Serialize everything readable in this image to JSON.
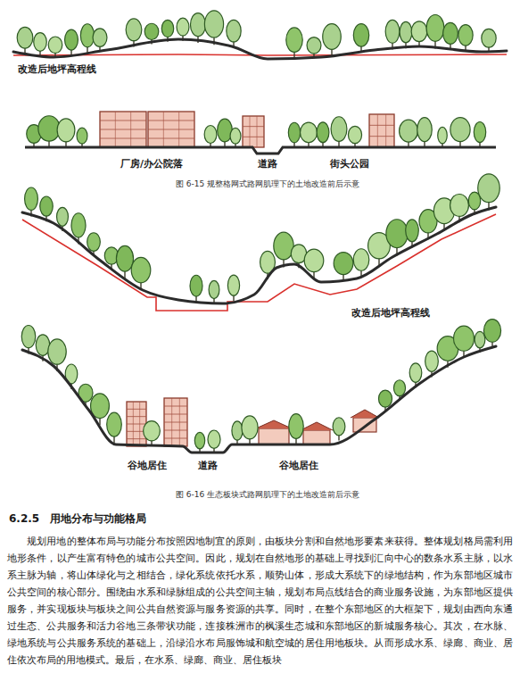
{
  "diagram": {
    "labels": [
      "改造后地坪高程线",
      "厂房/办公院落",
      "道路",
      "街头公园",
      "图 6-15 规整格网式路网肌理下的土地改造前后示意",
      "改造后地坪高程线",
      "谷地居住",
      "道路",
      "谷地居住",
      "图 6-16 生态板块式路网肌理下的土地改造前后示意",
      "6.2.5　用地分布与功能格局",
      "规划用地的整体布局与功能分布按照因地制宜的原则，由板块分割和自然地形要素来获得。整体规划格局需利用地形条件，以产生富有特色的城市公共空间。因此，规划在自然地形的基础上寻找到汇向中心的数条水系主脉，以水系主脉为轴，将山体绿化与之相结合，绿化系统依托水系，顺势山体，形成大系统下的绿地结构，作为东部地区城市公共空间的核心部分。围绕由水系和绿脉组成的公共空间主轴，规划布局点线结合的商业服务设施，为东部地区提供服务，并实现板块与板块之间公共自然资源与服务资源的共享。同时，在整个东部地区的大框架下，规划由西向东通过生态、公共服务和活力谷地三条带状功能，连接株洲市的枫溪生态城和东部地区的新城服务核心。其次，在水脉、绿地系统与公共服务系统的基础上，沿绿沿水布局服饰城和航空城的居住用地板块。从而形成水系、绿廊、商业、居住依次布局的用地模式。最后，在水系、绿廊、商业、居住板块"
    ]
  }
}
